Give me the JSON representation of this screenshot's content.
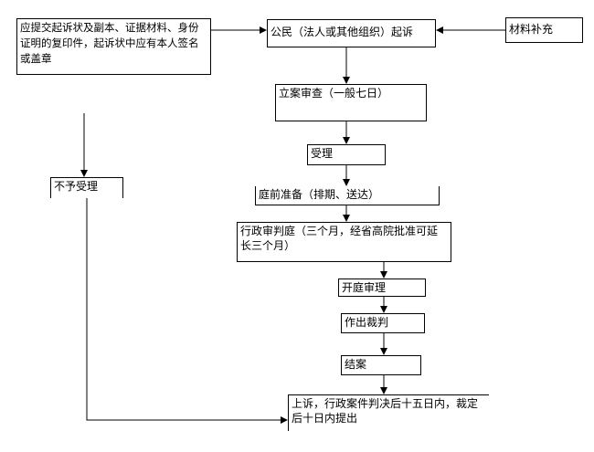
{
  "nodes": {
    "documents": "应提交起诉状及副本、证据材料、身份证明的复印件，起诉状中应有本人签名或盖章",
    "file_suit": "公民（法人或其他组织）起诉",
    "supplement": "材料补充",
    "review": "立案审查（一般七日）",
    "reject": "不予受理",
    "accept": "受理",
    "pretrial": "庭前准备（排期、送达）",
    "judgment_period": "行政审判庭（三个月，经省高院批准可延长三个月）",
    "hearing": "开庭审理",
    "ruling": "作出裁判",
    "close": "结案",
    "appeal": "上诉，行政案件判决后十五日内，裁定后十日内提出"
  }
}
